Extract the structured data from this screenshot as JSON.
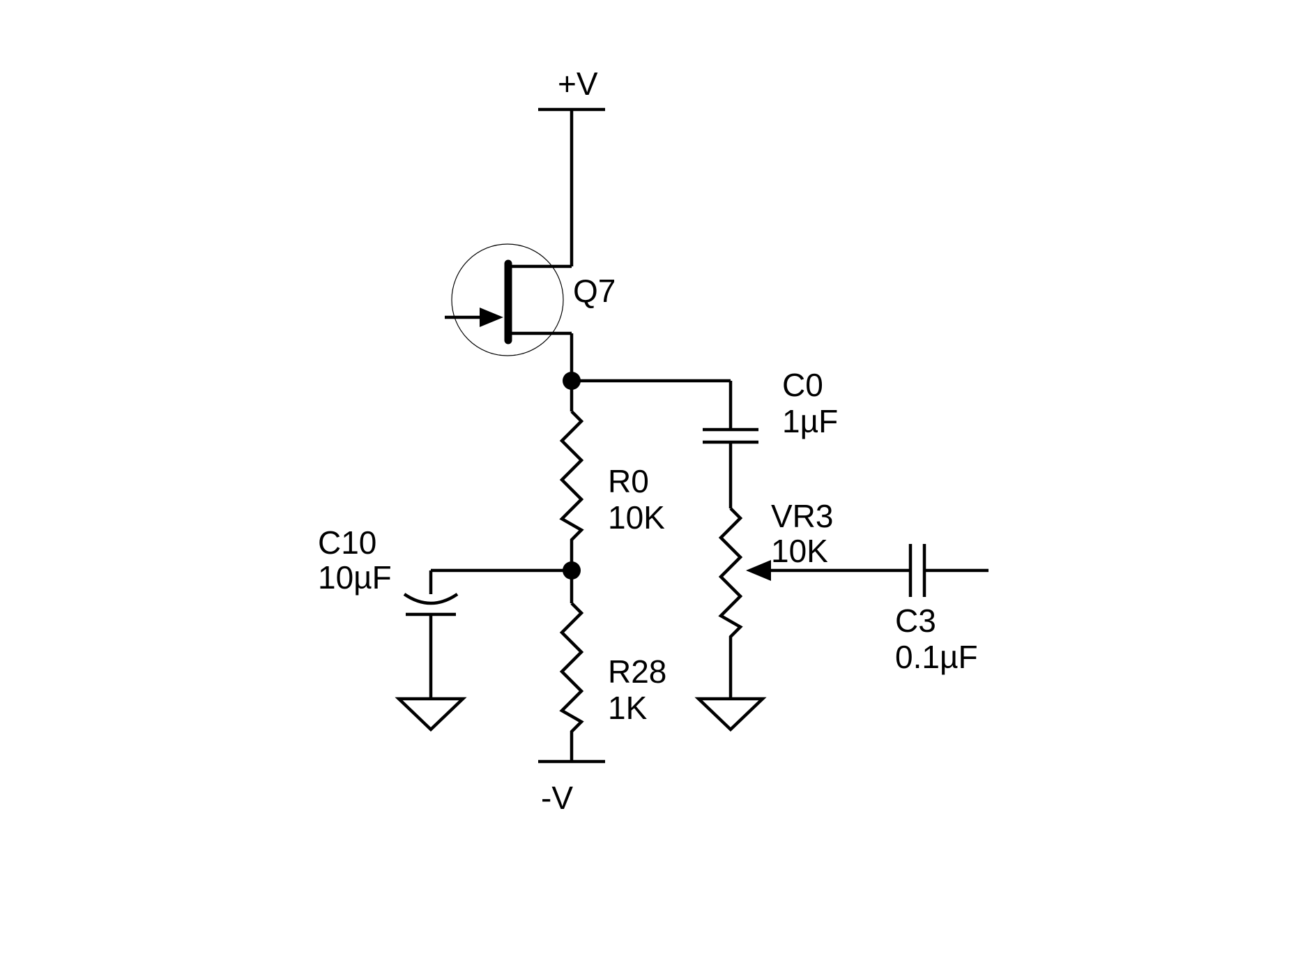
{
  "rails": {
    "positive": "+V",
    "negative": "-V"
  },
  "components": {
    "q7": {
      "ref": "Q7"
    },
    "c0": {
      "ref": "C0",
      "value": "1µF"
    },
    "r0": {
      "ref": "R0",
      "value": "10K"
    },
    "vr3": {
      "ref": "VR3",
      "value": "10K"
    },
    "c10": {
      "ref": "C10",
      "value": "10µF"
    },
    "r28": {
      "ref": "R28",
      "value": "1K"
    },
    "c3": {
      "ref": "C3",
      "value": "0.1µF"
    }
  }
}
